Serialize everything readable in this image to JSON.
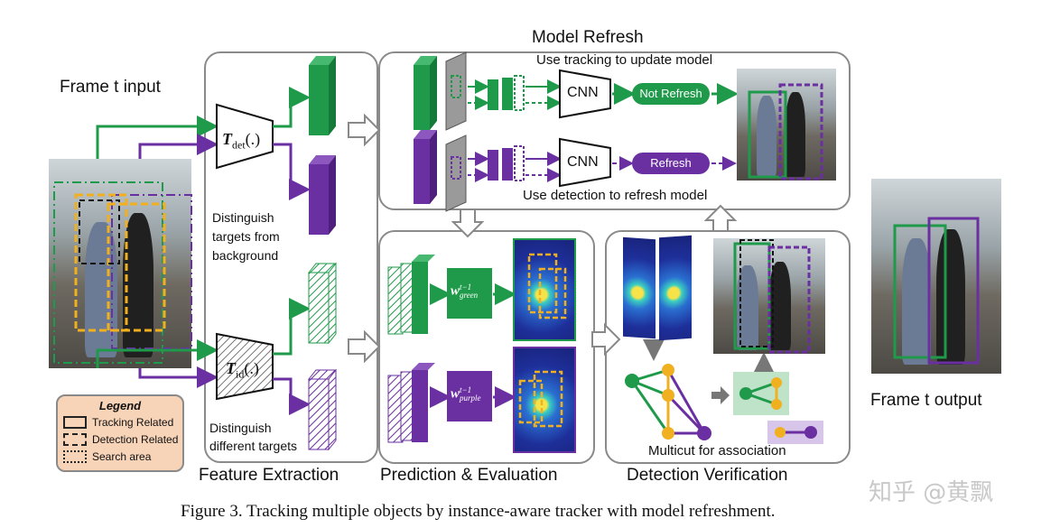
{
  "frame_input_label": "Frame t input",
  "frame_output_label": "Frame t output",
  "model_refresh": {
    "title": "Model Refresh",
    "top_note": "Use tracking to update model",
    "bottom_note": "Use detection to refresh model",
    "cnn_top": "CNN",
    "cnn_bottom": "CNN",
    "not_refresh": "Not Refresh",
    "refresh": "Refresh"
  },
  "feature_extraction": {
    "title": "Feature Extraction",
    "t_det": "T",
    "t_det_sub": "det",
    "t_det_arg": "(.)",
    "t_id": "T",
    "t_id_sub": "id",
    "t_id_arg": "(.)",
    "note_top": "Distinguish targets from background",
    "note_bottom": "Distinguish different targets"
  },
  "prediction": {
    "title": "Prediction & Evaluation",
    "w_green": "w",
    "w_green_sup": "t−1",
    "w_green_sub": "green",
    "w_purple": "w",
    "w_purple_sup": "t−1",
    "w_purple_sub": "purple"
  },
  "detection": {
    "title": "Detection Verification",
    "multicut": "Multicut for association"
  },
  "legend": {
    "title": "Legend",
    "items": [
      "Tracking Related",
      "Detection Related",
      "Search area"
    ]
  },
  "caption": "Figure 3. Tracking multiple objects by instance-aware tracker with model refreshment.",
  "watermark": "知乎 @黄飘",
  "colors": {
    "green": "#1f9a4a",
    "purple": "#6a2fa0",
    "yellow": "#f0b020",
    "panel_border": "#8a8a8a",
    "legend_bg": "#f7d3b8"
  }
}
